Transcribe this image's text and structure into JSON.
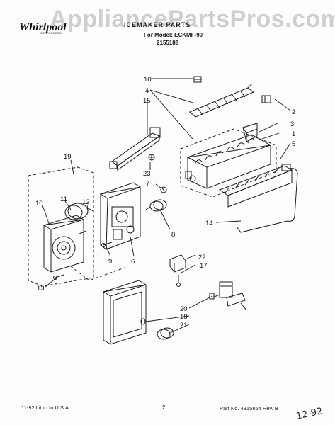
{
  "watermark": "AppliancePartsPros.com",
  "brand": {
    "logo_text": "Whirlpool",
    "logo_sub": "CORPORATION"
  },
  "header": {
    "title": "ICEMAKER PARTS",
    "model": "For Model: ECKMF-90",
    "part_number": "2155188"
  },
  "callouts": [
    {
      "id": "16",
      "label": "16"
    },
    {
      "id": "4",
      "label": "4"
    },
    {
      "id": "15",
      "label": "15"
    },
    {
      "id": "2",
      "label": "2"
    },
    {
      "id": "3",
      "label": "3"
    },
    {
      "id": "1",
      "label": "1"
    },
    {
      "id": "5",
      "label": "5"
    },
    {
      "id": "19",
      "label": "19"
    },
    {
      "id": "23",
      "label": "23"
    },
    {
      "id": "7",
      "label": "7"
    },
    {
      "id": "10",
      "label": "10"
    },
    {
      "id": "11",
      "label": "11"
    },
    {
      "id": "12",
      "label": "12"
    },
    {
      "id": "14",
      "label": "14"
    },
    {
      "id": "8",
      "label": "8"
    },
    {
      "id": "9",
      "label": "9"
    },
    {
      "id": "6",
      "label": "6"
    },
    {
      "id": "22",
      "label": "22"
    },
    {
      "id": "17",
      "label": "17"
    },
    {
      "id": "13",
      "label": "13"
    },
    {
      "id": "20",
      "label": "20"
    },
    {
      "id": "18",
      "label": "18"
    },
    {
      "id": "21",
      "label": "21"
    }
  ],
  "footer": {
    "left": "11-92 Litho In U.S.A.",
    "page": "2",
    "right": "Part No. 4315864   Rev. B",
    "handwritten_date": "12-92"
  }
}
